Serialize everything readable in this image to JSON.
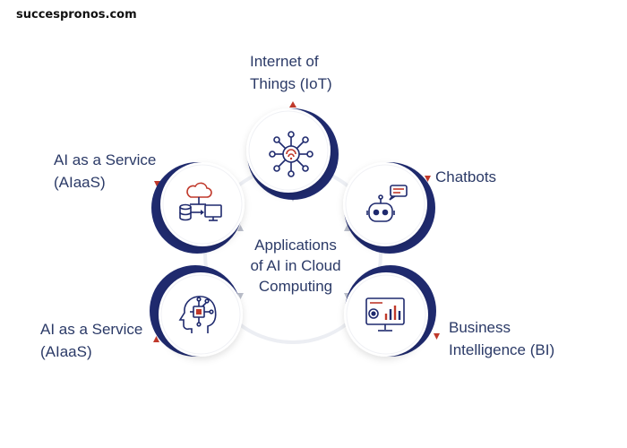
{
  "watermark": "succespronos.com",
  "center": {
    "line1": "Applications",
    "line2": "of AI in Cloud",
    "line3": "Computing"
  },
  "nodes": [
    {
      "id": "iot",
      "line1": "Internet of",
      "line2": "Things (IoT)",
      "icon": "iot-hub-icon"
    },
    {
      "id": "chatbots",
      "line1": "Chatbots",
      "line2": "",
      "icon": "chatbot-icon"
    },
    {
      "id": "bi",
      "line1": "Business",
      "line2": "Intelligence (BI)",
      "icon": "dashboard-monitor-icon"
    },
    {
      "id": "aiaas-bottom",
      "line1": "AI as a Service",
      "line2": "(AIaaS)",
      "icon": "ai-head-icon"
    },
    {
      "id": "aiaas-top",
      "line1": "AI as a Service",
      "line2": "(AIaaS)",
      "icon": "cloud-data-icon"
    }
  ],
  "colors": {
    "navy": "#1f2a6e",
    "text": "#2b3a67",
    "accent_red": "#c0392b",
    "arrow_gray": "#b9bdc9",
    "ring": "#e8eaf0"
  }
}
